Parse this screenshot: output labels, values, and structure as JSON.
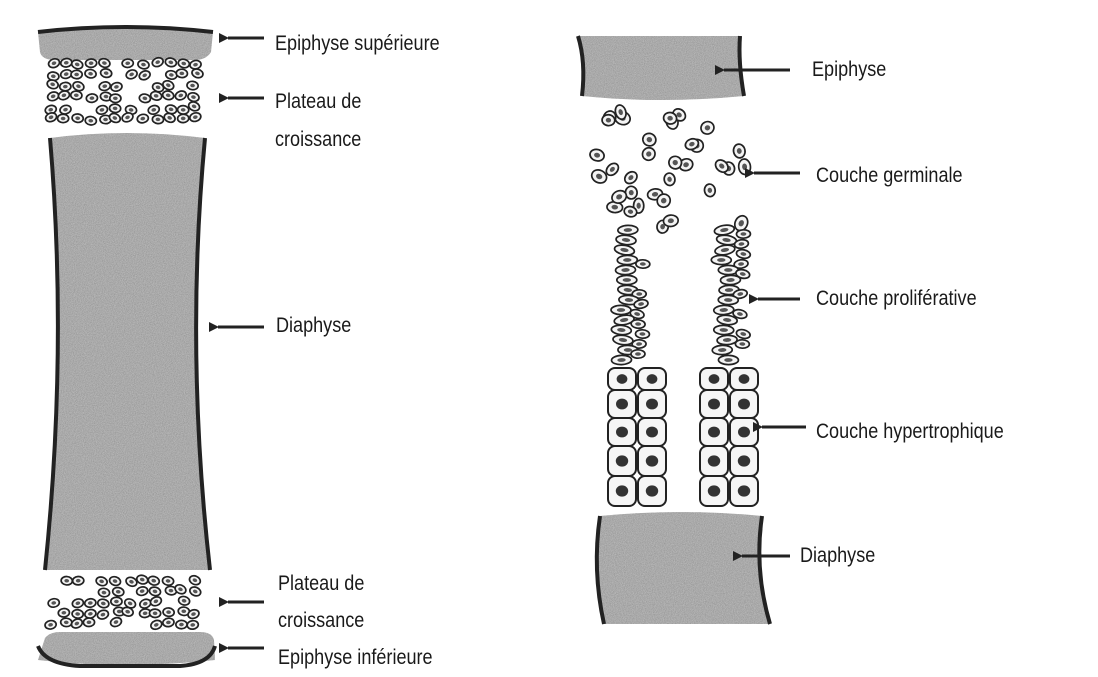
{
  "left_panel": {
    "epiphyse_superieure": "Epiphyse supérieure",
    "plateau_top_line1": "Plateau de",
    "plateau_top_line2": "croissance",
    "diaphyse": "Diaphyse",
    "plateau_bottom_line1": "Plateau de",
    "plateau_bottom_line2": "croissance",
    "epiphyse_inferieure": "Epiphyse inférieure"
  },
  "right_panel": {
    "epiphyse": "Epiphyse",
    "couche_germinale": "Couche germinale",
    "couche_proliferative": "Couche proliférative",
    "couche_hypertrophique": "Couche  hypertrophique",
    "diaphyse": "Diaphyse"
  },
  "colors": {
    "bone_fill": "#c4c4c4",
    "outline": "#222222",
    "background": "#ffffff"
  }
}
